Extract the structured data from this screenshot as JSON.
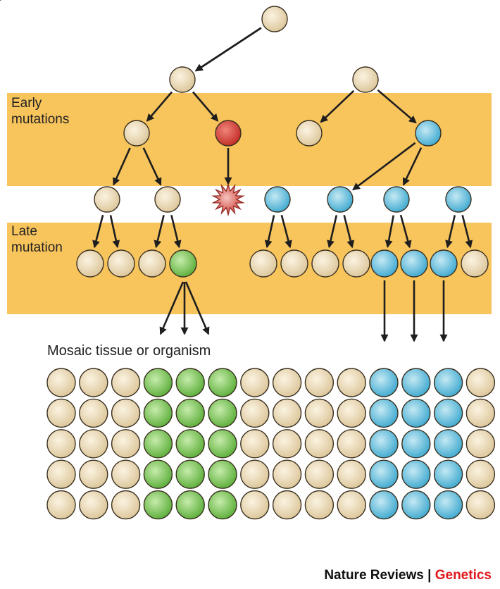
{
  "labels": {
    "early_mutations": [
      "Early",
      "mutations"
    ],
    "late_mutation": [
      "Late",
      "mutation"
    ],
    "mosaic": "Mosaic tissue or organism"
  },
  "credit": {
    "journal_a": "Nature Reviews",
    "separator": "|",
    "journal_b": "Genetics"
  },
  "colors": {
    "band": "#f8c45c",
    "normal_cell": "#e8d6b0",
    "red_cell": "#d8413a",
    "blue_cell": "#63bedc",
    "green_cell": "#7cc457",
    "dead_cell": "#d85048",
    "arrow": "#1e1e1e",
    "credit_accent": "#e0191e"
  },
  "lineage": {
    "generations": [
      [
        "normal"
      ],
      [
        "normal",
        "normal"
      ],
      [
        "normal",
        "red",
        "normal",
        "blue"
      ],
      [
        "normal",
        "normal",
        "dead",
        "blue",
        "blue",
        "blue",
        "blue"
      ],
      [
        "normal",
        "normal",
        "normal",
        "green",
        "normal",
        "normal",
        "normal",
        "normal",
        "blue",
        "blue",
        "blue",
        "normal"
      ]
    ]
  },
  "mosaic_grid": {
    "rows": 5,
    "columns": [
      "normal",
      "normal",
      "normal",
      "green",
      "green",
      "green",
      "normal",
      "normal",
      "normal",
      "normal",
      "blue",
      "blue",
      "blue",
      "normal"
    ]
  }
}
